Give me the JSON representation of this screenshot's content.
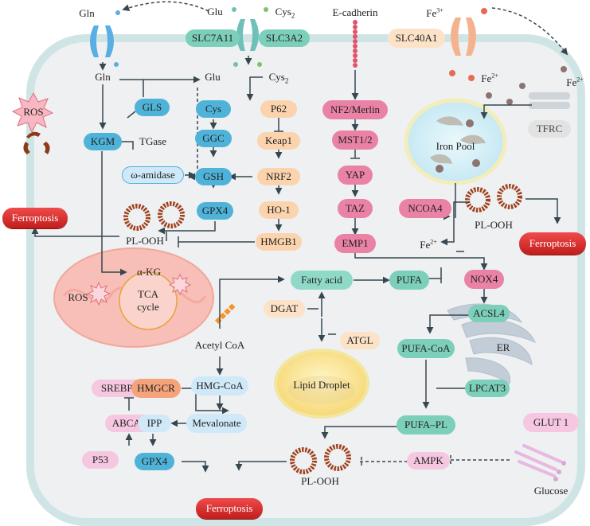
{
  "colors": {
    "cell": "#eef0f2",
    "cell_border": "#cfe5e5",
    "arrow": "#37474f",
    "ferroptosis": "#e03030",
    "mito": "#f7bfb7",
    "er": "#c3cdd8"
  },
  "transport": {
    "gln_out": "Gln",
    "glu_out": "Glu",
    "cys2_out_prefix": "Cys",
    "cys2_out_sub": "2",
    "slc7a11": "SLC7A11",
    "slc3a2": "SLC3A2",
    "gln_in": "Gln",
    "glu_in": "Glu",
    "cys2_in_prefix": "Cys",
    "cys2_in_sub": "2",
    "ecadherin": "E-cadherin",
    "slc40a1": "SLC40A1",
    "fe3_base": "Fe",
    "fe3_sup": "3+",
    "fe2a_base": "Fe",
    "fe2a_sup": "2+",
    "fe2b_base": "Fe",
    "fe2b_sup": "2+",
    "tfrc": "TFRC"
  },
  "gsh_axis": {
    "gls": "GLS",
    "kgm": "KGM",
    "tgase": "TGase",
    "omega_amidase": "ω-amidase",
    "cys": "Cys",
    "ggc": "GGC",
    "gsh": "GSH",
    "gpx4": "GPX4",
    "p62": "P62",
    "keap1": "Keap1",
    "nrf2": "NRF2",
    "ho1": "HO-1",
    "hmgb1": "HMGB1",
    "ros": "ROS",
    "ferroptosis_left": "Ferroptosis",
    "pl_ooh": "PL-OOH"
  },
  "hippo": {
    "nf2": "NF2/Merlin",
    "mst": "MST1/2",
    "yap": "YAP",
    "taz": "TAZ",
    "emp1": "EMP1"
  },
  "iron": {
    "iron_pool": "Iron Pool",
    "ncoa4": "NCOA4",
    "fe2_base": "Fe",
    "fe2_sup": "2+",
    "pl_ooh": "PL-OOH",
    "ferroptosis_right": "Ferroptosis"
  },
  "mito": {
    "ros": "ROS",
    "akg": "α-KG",
    "tca_line1": "TCA",
    "tca_line2": "cycle",
    "acetyl_coa": "Acetyl CoA"
  },
  "lipid": {
    "fatty_acid": "Fatty acid",
    "pufa": "PUFA",
    "nox4": "NOX4",
    "acsl4": "ACSL4",
    "pufa_coa": "PUFA-CoA",
    "er": "ER",
    "lpcat3": "LPCAT3",
    "pufa_pl": "PUFA–PL",
    "dgat": "DGAT",
    "atgl": "ATGL",
    "lipid_droplet": "Lipid Droplet"
  },
  "mevalonate": {
    "srebp2": "SREBP2",
    "hmgcr": "HMGCR",
    "hmg_coa": "HMG-CoA",
    "abca1": "ABCA1",
    "ipp": "IPP",
    "mevalonate": "Mevalonate",
    "p53": "P53",
    "gpx4": "GPX4",
    "ferroptosis_bottom": "Ferroptosis",
    "pl_ooh": "PL-OOH"
  },
  "glucose": {
    "glut1": "GLUT 1",
    "ampk": "AMPK",
    "glucose": "Glucose"
  }
}
